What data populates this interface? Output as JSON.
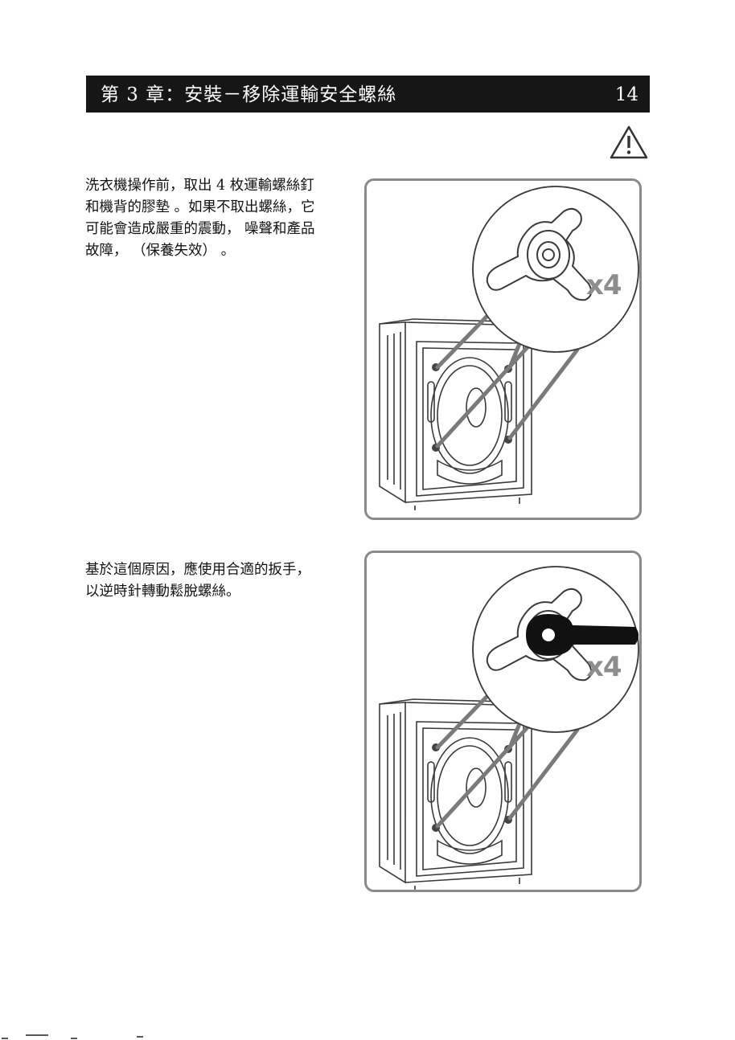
{
  "header": {
    "title": "第 3 章：安裝－移除運輸安全螺絲",
    "page_number": "14"
  },
  "icons": {
    "warning": "warning-triangle-icon"
  },
  "section_1": {
    "text": "洗衣機操作前，取出 4 枚運輸螺絲釘\n和機背的膠墊 。如果不取出螺絲，它\n可能會造成嚴重的震動， 噪聲和產品\n故障， （保養失效） 。",
    "figure_count_label": "x4"
  },
  "section_2": {
    "text": "基於這個原因，應使用合適的扳手，\n以逆時針轉動鬆脫螺絲。",
    "figure_count_label": "x4"
  },
  "colors": {
    "header_bg": "#161616",
    "figure_border": "#8a8a8a",
    "leader_lines": "#7a7a7a"
  }
}
